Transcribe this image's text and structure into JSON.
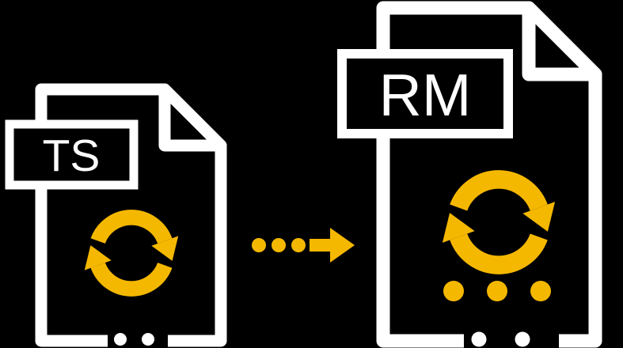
{
  "colors": {
    "background": "#000000",
    "outline": "#ffffff",
    "accent": "#f5b800"
  },
  "source_file": {
    "label": "TS",
    "icon": "document-icon",
    "badge_icon": "sync-icon"
  },
  "target_file": {
    "label": "RM",
    "icon": "document-icon",
    "badge_icon": "sync-icon",
    "ellipsis_dot_count": 3
  },
  "conversion": {
    "arrow_icon": "arrow-right-icon",
    "arrow_dot_count": 3
  }
}
